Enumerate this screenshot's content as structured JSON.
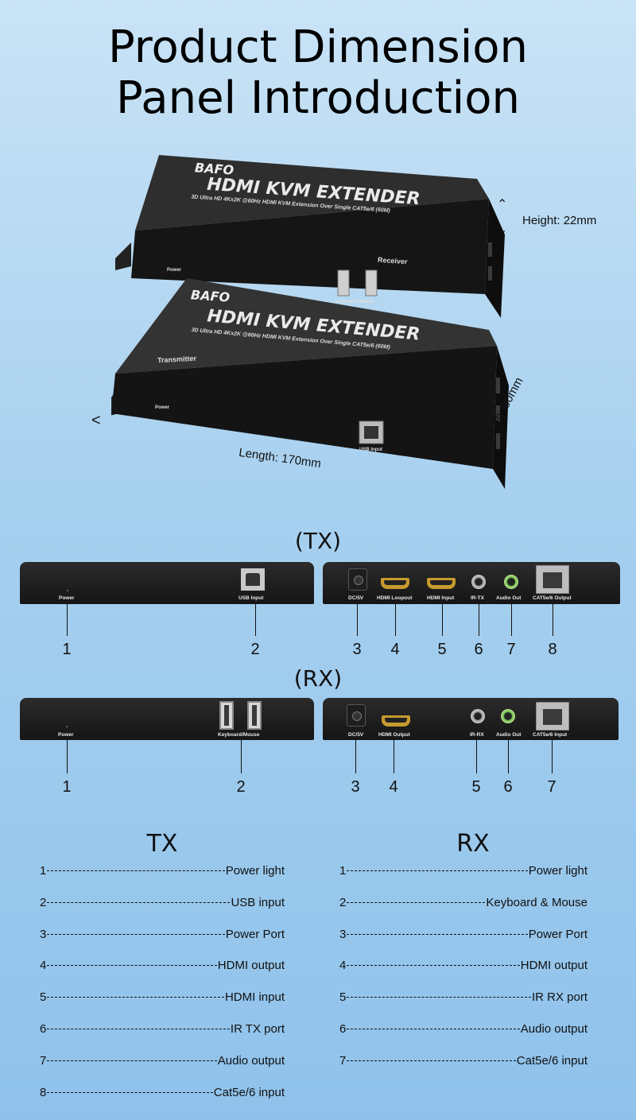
{
  "title": {
    "line1": "Product Dimension",
    "line2": "Panel Introduction"
  },
  "product": {
    "brand": "BAFO",
    "banner": "HDMI KVM EXTENDER",
    "tagline": "3D Ultra HD 4Kx2K @60Hz HDMI KVM Extension Over Single CAT5e/6 (60M)",
    "receiver_label": "Receiver",
    "transmitter_label": "Transmitter",
    "power_label": "Power",
    "keyboard_mouse_label": "Keyboard/Mouse",
    "usb_input_label": "USB Input"
  },
  "dimensions": {
    "height": "Height: 22mm",
    "length": "Length: 170mm",
    "width": "Width: 80mm"
  },
  "tx_panel": {
    "label": "(TX)",
    "front": {
      "power": "Power",
      "usb": "USB Input"
    },
    "back": {
      "dc": "DC/5V",
      "hdmi_loopout": "HDMI Loopout",
      "hdmi_input": "HDMI Input",
      "irtx": "IR-TX",
      "audio": "Audio Out",
      "cat": "CAT5e/6 Output"
    },
    "numbers": [
      "1",
      "2",
      "3",
      "4",
      "5",
      "6",
      "7",
      "8"
    ]
  },
  "rx_panel": {
    "label": "(RX)",
    "front": {
      "power": "Power",
      "km": "Keyboard/Mouse"
    },
    "back": {
      "dc": "DC/5V",
      "hdmi_output": "HDMI Output",
      "irrx": "IR-RX",
      "audio": "Audio Out",
      "cat": "CAT5e/6 Input"
    },
    "numbers": [
      "1",
      "2",
      "3",
      "4",
      "5",
      "6",
      "7"
    ]
  },
  "legend": {
    "tx": {
      "title": "TX",
      "items": [
        {
          "num": "1",
          "text": "Power light"
        },
        {
          "num": "2",
          "text": "USB input"
        },
        {
          "num": "3",
          "text": "Power Port"
        },
        {
          "num": "4",
          "text": "HDMI output"
        },
        {
          "num": "5",
          "text": "HDMI input"
        },
        {
          "num": "6",
          "text": "IR TX port"
        },
        {
          "num": "7",
          "text": "Audio output"
        },
        {
          "num": "8",
          "text": "Cat5e/6 input"
        }
      ]
    },
    "rx": {
      "title": "RX",
      "items": [
        {
          "num": "1",
          "text": "Power light"
        },
        {
          "num": "2",
          "text": "Keyboard & Mouse"
        },
        {
          "num": "3",
          "text": "Power Port"
        },
        {
          "num": "4",
          "text": "HDMI output"
        },
        {
          "num": "5",
          "text": "IR RX port"
        },
        {
          "num": "6",
          "text": "Audio output"
        },
        {
          "num": "7",
          "text": "Cat5e/6 input"
        }
      ]
    }
  }
}
